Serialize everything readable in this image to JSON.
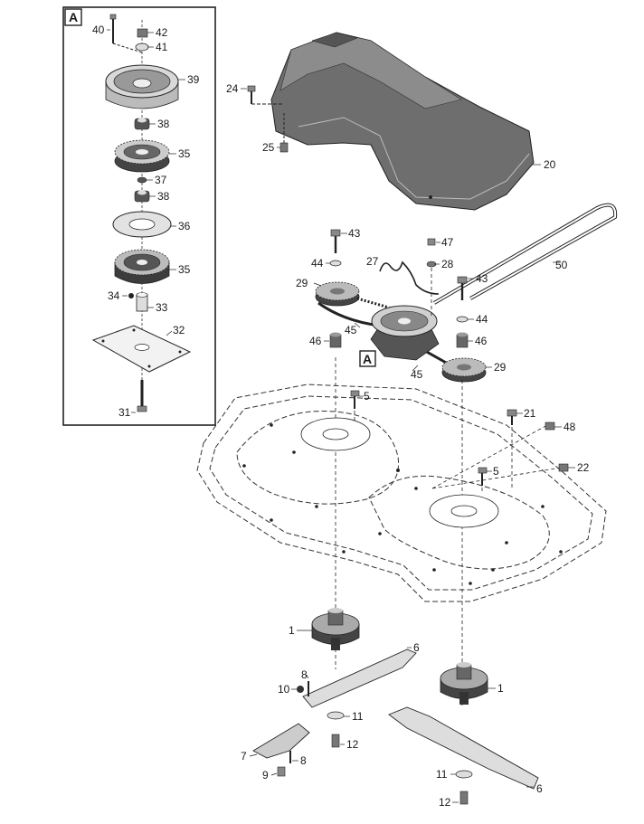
{
  "detail_box": {
    "label": "A",
    "callouts": [
      {
        "id": "c40",
        "text": "40"
      },
      {
        "id": "c42",
        "text": "42"
      },
      {
        "id": "c41",
        "text": "41"
      },
      {
        "id": "c39",
        "text": "39"
      },
      {
        "id": "c38a",
        "text": "38"
      },
      {
        "id": "c35a",
        "text": "35"
      },
      {
        "id": "c37",
        "text": "37"
      },
      {
        "id": "c38b",
        "text": "38"
      },
      {
        "id": "c36",
        "text": "36"
      },
      {
        "id": "c35b",
        "text": "35"
      },
      {
        "id": "c34",
        "text": "34"
      },
      {
        "id": "c33",
        "text": "33"
      },
      {
        "id": "c32",
        "text": "32"
      },
      {
        "id": "c31",
        "text": "31"
      }
    ]
  },
  "main_view": {
    "marker_label": "A",
    "callouts": [
      {
        "id": "m24",
        "text": "24"
      },
      {
        "id": "m25",
        "text": "25"
      },
      {
        "id": "m20",
        "text": "20"
      },
      {
        "id": "m43a",
        "text": "43"
      },
      {
        "id": "m47",
        "text": "47"
      },
      {
        "id": "m44a",
        "text": "44"
      },
      {
        "id": "m27",
        "text": "27"
      },
      {
        "id": "m28",
        "text": "28"
      },
      {
        "id": "m50",
        "text": "50"
      },
      {
        "id": "m29a",
        "text": "29"
      },
      {
        "id": "m43b",
        "text": "43"
      },
      {
        "id": "m45a",
        "text": "45"
      },
      {
        "id": "m44b",
        "text": "44"
      },
      {
        "id": "m46a",
        "text": "46"
      },
      {
        "id": "m46b",
        "text": "46"
      },
      {
        "id": "m45b",
        "text": "45"
      },
      {
        "id": "m29b",
        "text": "29"
      },
      {
        "id": "m5a",
        "text": "5"
      },
      {
        "id": "m21",
        "text": "21"
      },
      {
        "id": "m48",
        "text": "48"
      },
      {
        "id": "m5b",
        "text": "5"
      },
      {
        "id": "m22",
        "text": "22"
      },
      {
        "id": "m1a",
        "text": "1"
      },
      {
        "id": "m6a",
        "text": "6"
      },
      {
        "id": "m8a",
        "text": "8"
      },
      {
        "id": "m10",
        "text": "10"
      },
      {
        "id": "m1b",
        "text": "1"
      },
      {
        "id": "m11a",
        "text": "11"
      },
      {
        "id": "m12a",
        "text": "12"
      },
      {
        "id": "m7",
        "text": "7"
      },
      {
        "id": "m8b",
        "text": "8"
      },
      {
        "id": "m9",
        "text": "9"
      },
      {
        "id": "m11b",
        "text": "11"
      },
      {
        "id": "m6b",
        "text": "6"
      },
      {
        "id": "m12b",
        "text": "12"
      }
    ]
  }
}
